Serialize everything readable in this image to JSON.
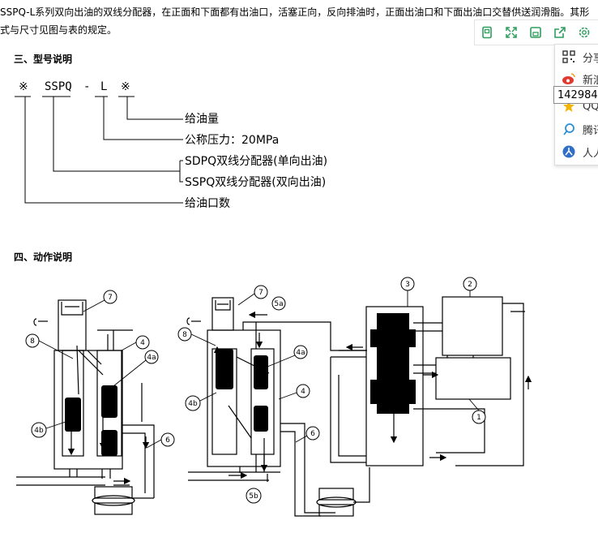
{
  "intro": {
    "line1": "SSPQ-L系列双向出油的双线分配器，在正面和下面都有出油口，活塞正向，反向排油时，正面出油口和下面出油口交替供送润滑脂。其形",
    "line2": "式与尺寸见图与表的规定。"
  },
  "sections": {
    "model_heading": "三、型号说明",
    "action_heading": "四、动作说明"
  },
  "model_code": {
    "part1": "※",
    "part2": "SSPQ",
    "part3": "-",
    "part4": "L",
    "part5": "※"
  },
  "model_desc": [
    "给油量",
    "公称压力：20MPa",
    "SDPQ双线分配器(单向出油)",
    "SSPQ双线分配器(双向出油)",
    "给油口数"
  ],
  "share_menu": {
    "items": [
      {
        "label": "分享",
        "icon": "qrcode-icon"
      },
      {
        "label": "新浪",
        "icon": "weibo-icon"
      },
      {
        "label": "QQ",
        "icon": "qzone-icon"
      },
      {
        "label": "腾讯",
        "icon": "tencent-weibo-icon"
      },
      {
        "label": "人人",
        "icon": "renren-icon"
      }
    ],
    "tooltip": "142984"
  },
  "toolbar": {
    "icons": [
      "copy-icon",
      "fullscreen-icon",
      "save-icon",
      "share-icon",
      "settings-icon"
    ]
  },
  "diagram_labels": {
    "left": [
      "7",
      "8",
      "4",
      "4a",
      "4b",
      "6"
    ],
    "right": [
      "7",
      "5a",
      "8",
      "4a",
      "4b",
      "4",
      "6",
      "5b",
      "3",
      "2",
      "1"
    ]
  },
  "colors": {
    "toolbar_icon": "#2f9e5e",
    "weibo_red": "#e03a2f",
    "qzone_yellow": "#f3b400",
    "tencent_blue": "#2a8fd8",
    "renren_blue": "#2f6fc9"
  }
}
